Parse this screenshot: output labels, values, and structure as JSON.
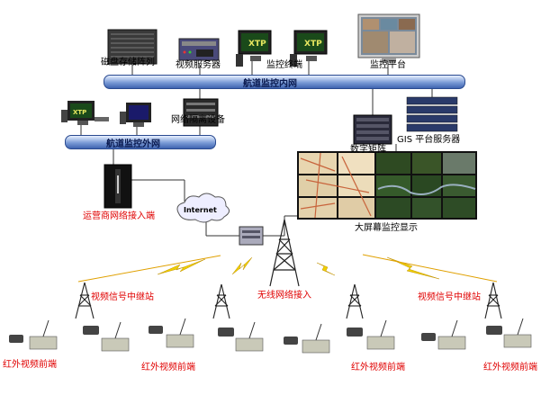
{
  "network": {
    "inner_bus": "航道监控内网",
    "outer_bus": "航道监控外网",
    "internet": "Internet"
  },
  "devices": {
    "disk_array": "磁盘存储阵列",
    "video_server": "视频服务器",
    "monitor_terminal": "监控终端",
    "monitor_platform": "监控平台",
    "isolation_device": "网络隔离设备",
    "digital_matrix": "数字矩阵",
    "gis_server": "GIS 平台服务器",
    "carrier_access": "运营商网络接入端",
    "big_screen": "大屏幕监控显示",
    "wireless_access": "无线网络接入",
    "relay_left": "视频信号中继站",
    "relay_right": "视频信号中继站",
    "front_1": "红外视频前端",
    "front_2": "红外视频前端",
    "front_3": "红外视频前端",
    "front_4": "红外视频前端"
  }
}
